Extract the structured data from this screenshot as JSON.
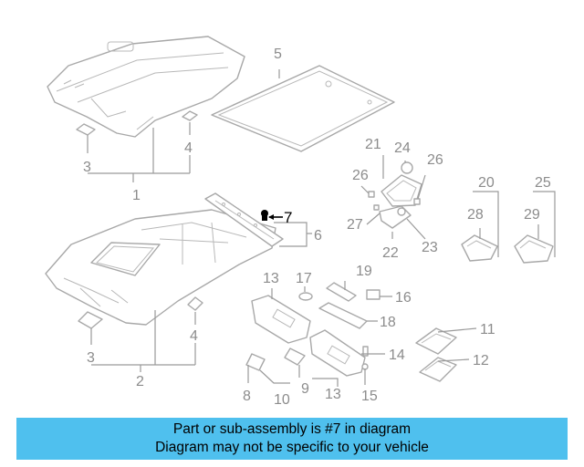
{
  "labels": {
    "l1": "1",
    "l2": "2",
    "l3a": "3",
    "l3b": "3",
    "l4a": "4",
    "l4b": "4",
    "l5": "5",
    "l6": "6",
    "l7": "7",
    "l8": "8",
    "l9": "9",
    "l10": "10",
    "l11": "11",
    "l12": "12",
    "l13a": "13",
    "l13b": "13",
    "l14": "14",
    "l15": "15",
    "l16": "16",
    "l17": "17",
    "l18": "18",
    "l19": "19",
    "l20": "20",
    "l21": "21",
    "l22": "22",
    "l23": "23",
    "l24": "24",
    "l25": "25",
    "l26a": "26",
    "l26b": "26",
    "l27": "27",
    "l28": "28",
    "l29": "29"
  },
  "highlight_part": "7",
  "banner": {
    "line1": "Part or sub-assembly is #7 in diagram",
    "line2": "Diagram may not be specific to your vehicle",
    "color": "#4fc0ee"
  }
}
